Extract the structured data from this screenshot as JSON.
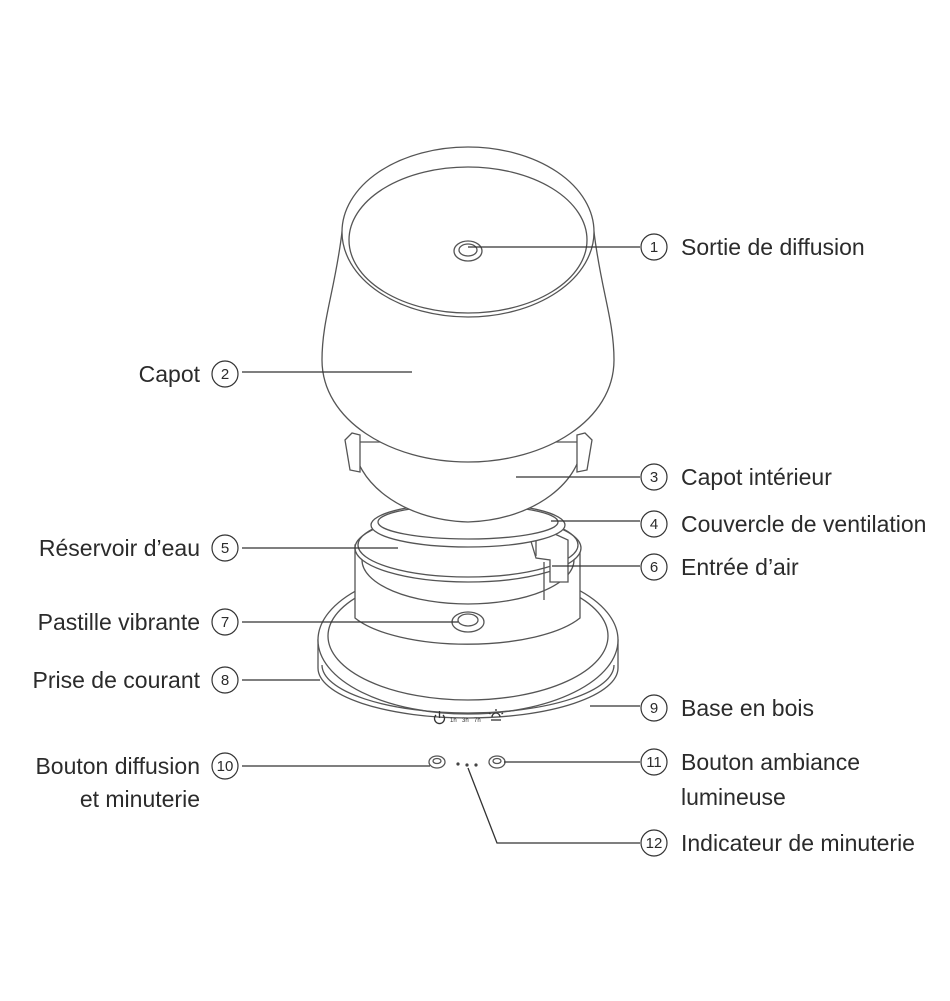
{
  "callouts": [
    {
      "num": "1",
      "label": "Sortie de diffusion",
      "line2": ""
    },
    {
      "num": "2",
      "label": "Capot",
      "line2": ""
    },
    {
      "num": "3",
      "label": "Capot intérieur",
      "line2": ""
    },
    {
      "num": "4",
      "label": "Couvercle de ventilation",
      "line2": ""
    },
    {
      "num": "5",
      "label": "Réservoir d’eau",
      "line2": ""
    },
    {
      "num": "6",
      "label": "Entrée d’air",
      "line2": ""
    },
    {
      "num": "7",
      "label": "Pastille vibrante",
      "line2": ""
    },
    {
      "num": "8",
      "label": "Prise de courant",
      "line2": ""
    },
    {
      "num": "9",
      "label": "Base en bois",
      "line2": ""
    },
    {
      "num": "10",
      "label": "Bouton diffusion",
      "line2": "et minuterie"
    },
    {
      "num": "11",
      "label": "Bouton ambiance",
      "line2": "lumineuse"
    },
    {
      "num": "12",
      "label": "Indicateur de minuterie",
      "line2": ""
    }
  ],
  "panel": {
    "t1": "1h",
    "t2": "3h",
    "t3": "7h"
  },
  "icons": {
    "power": "power-icon",
    "light": "light-icon"
  }
}
